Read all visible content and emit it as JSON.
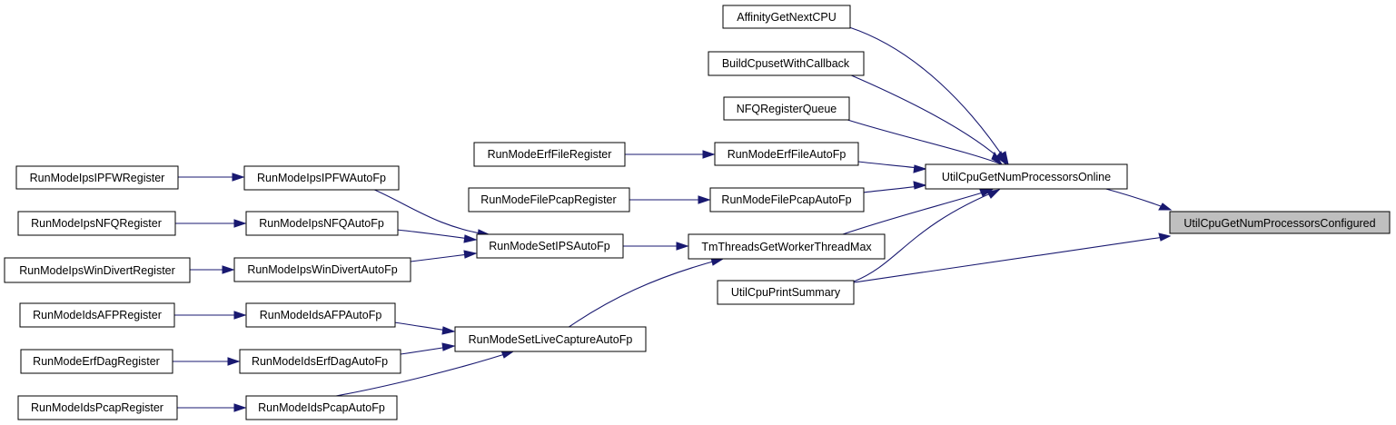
{
  "graph": {
    "root_color": "#bfbfbf",
    "edge_color": "#191970",
    "nodes": {
      "root": "UtilCpuGetNumProcessorsConfigured",
      "cpuonline": "UtilCpuGetNumProcessorsOnline",
      "affinity": "AffinityGetNextCPU",
      "buildcpuset": "BuildCpusetWithCallback",
      "nfqqueue": "NFQRegisterQueue",
      "erffileauto": "RunModeErfFileAutoFp",
      "erffilereg": "RunModeErfFileRegister",
      "pcapauto": "RunModeFilePcapAutoFp",
      "pcapreg": "RunModeFilePcapRegister",
      "tmthreads": "TmThreadsGetWorkerThreadMax",
      "printsummary": "UtilCpuPrintSummary",
      "setips": "RunModeSetIPSAutoFp",
      "ipfwauto": "RunModeIpsIPFWAutoFp",
      "ipfwreg": "RunModeIpsIPFWRegister",
      "nfqauto": "RunModeIpsNFQAutoFp",
      "nfqreg": "RunModeIpsNFQRegister",
      "windivertauto": "RunModeIpsWinDivertAutoFp",
      "windivertreg": "RunModeIpsWinDivertRegister",
      "livecapture": "RunModeSetLiveCaptureAutoFp",
      "afpauto": "RunModeIdsAFPAutoFp",
      "afpreg": "RunModeIdsAFPRegister",
      "erfdagauto": "RunModeIdsErfDagAutoFp",
      "erfdagreg": "RunModeErfDagRegister",
      "pcapidsauto": "RunModeIdsPcapAutoFp",
      "pcapidsreg": "RunModeIdsPcapRegister"
    }
  }
}
